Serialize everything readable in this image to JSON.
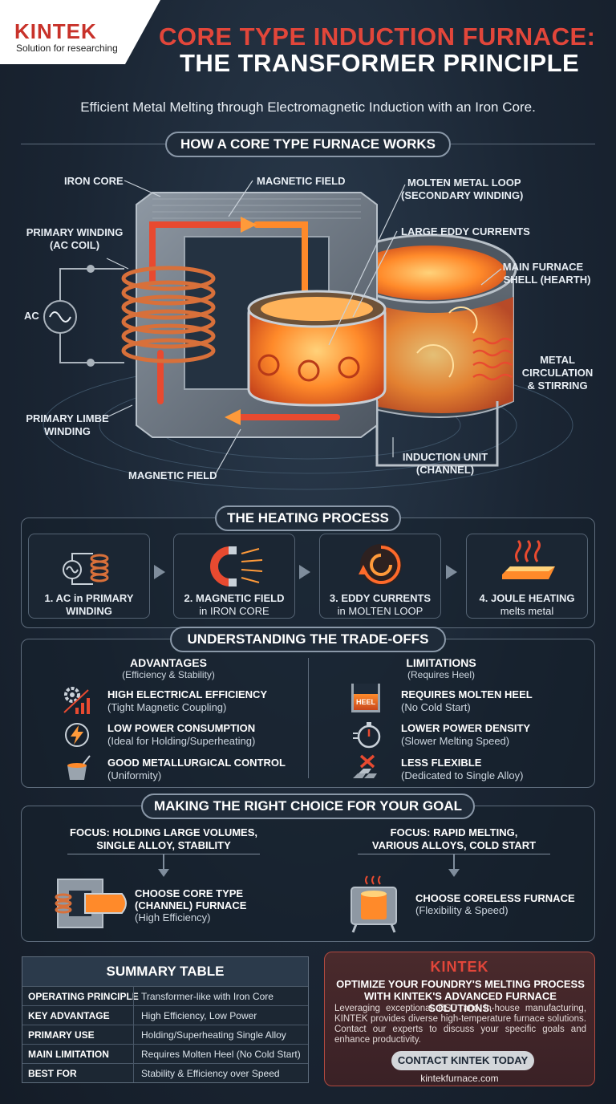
{
  "brand": {
    "name": "KINTEK",
    "tagline": "Solution for researching"
  },
  "title": {
    "line1": "CORE TYPE INDUCTION FURNACE:",
    "line2": "THE TRANSFORMER PRINCIPLE"
  },
  "subtitle": "Efficient Metal Melting through Electromagnetic Induction with an Iron Core.",
  "diagram": {
    "section_title": "HOW A CORE TYPE FURNACE WORKS",
    "labels": {
      "iron_core": "IRON CORE",
      "magnetic_field_top": "MAGNETIC FIELD",
      "molten_loop_1": "MOLTEN METAL LOOP",
      "molten_loop_2": "(SECONDARY WINDING)",
      "primary_winding_1": "PRIMARY WINDING",
      "primary_winding_2": "(AC COIL)",
      "eddy": "LARGE EDDY CURRENTS",
      "shell_1": "MAIN FURNACE",
      "shell_2": "SHELL (HEARTH)",
      "ac": "AC",
      "circulation_1": "METAL",
      "circulation_2": "CIRCULATION",
      "circulation_3": "& STIRRING",
      "limbe_1": "PRIMARY LIMBE",
      "limbe_2": "WINDING",
      "induction_1": "INDUCTION UNIT",
      "induction_2": "(CHANNEL)",
      "magnetic_field_bottom": "MAGNETIC FIELD"
    }
  },
  "heating": {
    "section_title": "THE HEATING PROCESS",
    "steps": [
      {
        "bold": "1. AC in PRIMARY",
        "line2": "WINDING",
        "line2_bold": true
      },
      {
        "bold": "2. MAGNETIC FIELD",
        "line2": "in IRON CORE",
        "line2_bold": false
      },
      {
        "bold": "3. EDDY CURRENTS",
        "line2": "in MOLTEN LOOP",
        "line2_bold": false
      },
      {
        "bold": "4. JOULE HEATING",
        "line2": "melts metal",
        "line2_bold": false
      }
    ]
  },
  "tradeoffs": {
    "section_title": "UNDERSTANDING THE TRADE-OFFS",
    "advantages": {
      "title": "ADVANTAGES",
      "subtitle": "(Efficiency & Stability)",
      "items": [
        {
          "h": "HIGH ELECTRICAL EFFICIENCY",
          "d": "(Tight Magnetic Coupling)"
        },
        {
          "h": "LOW POWER CONSUMPTION",
          "d": "(Ideal for Holding/Superheating)"
        },
        {
          "h": "GOOD METALLURGICAL CONTROL",
          "d": "(Uniformity)"
        }
      ]
    },
    "limitations": {
      "title": "LIMITATIONS",
      "subtitle": "(Requires Heel)",
      "heel_label": "HEEL",
      "items": [
        {
          "h": "REQUIRES MOLTEN HEEL",
          "d": "(No Cold Start)"
        },
        {
          "h": "LOWER POWER DENSITY",
          "d": "(Slower Melting Speed)"
        },
        {
          "h": "LESS FLEXIBLE",
          "d": "(Dedicated to Single Alloy)"
        }
      ]
    }
  },
  "choice": {
    "section_title": "MAKING THE RIGHT CHOICE FOR YOUR GOAL",
    "left": {
      "focus1": "FOCUS: HOLDING LARGE VOLUMES,",
      "focus2": "SINGLE ALLOY, STABILITY",
      "choose1": "CHOOSE CORE TYPE",
      "choose2": "(CHANNEL) FURNACE",
      "choose3": "(High Efficiency)"
    },
    "right": {
      "focus1": "FOCUS: RAPID MELTING,",
      "focus2": "VARIOUS ALLOYS, COLD START",
      "choose1": "CHOOSE CORELESS FURNACE",
      "choose2": "(Flexibility & Speed)"
    }
  },
  "summary": {
    "title": "SUMMARY TABLE",
    "rows": [
      {
        "k": "OPERATING PRINCIPLE",
        "v": "Transformer-like with Iron Core"
      },
      {
        "k": "KEY ADVANTAGE",
        "v": "High Efficiency, Low Power"
      },
      {
        "k": "PRIMARY USE",
        "v": "Holding/Superheating Single Alloy"
      },
      {
        "k": "MAIN LIMITATION",
        "v": "Requires Molten Heel (No Cold Start)"
      },
      {
        "k": "BEST FOR",
        "v": "Stability & Efficiency over Speed"
      }
    ]
  },
  "cta": {
    "logo": "KINTEK",
    "headline1": "OPTIMIZE YOUR FOUNDRY'S MELTING PROCESS",
    "headline2": "WITH KINTEK'S ADVANCED FURNACE SOLUTIONS.",
    "body": "Leveraging exceptional RSD and in-house manufacturing, KINTEK provides diverse high-temperature furnace solutions. Contact our experts to discuss your specific goals and enhance productivity.",
    "button": "CONTACT KINTEK TODAY",
    "url": "kintekfurnace.com"
  },
  "colors": {
    "accent_red": "#e2463a",
    "molten_orange": "#ff8a2a",
    "field_red": "#e84a30",
    "coil_copper": "#d8703a",
    "panel_border": "#5e6c7c"
  }
}
